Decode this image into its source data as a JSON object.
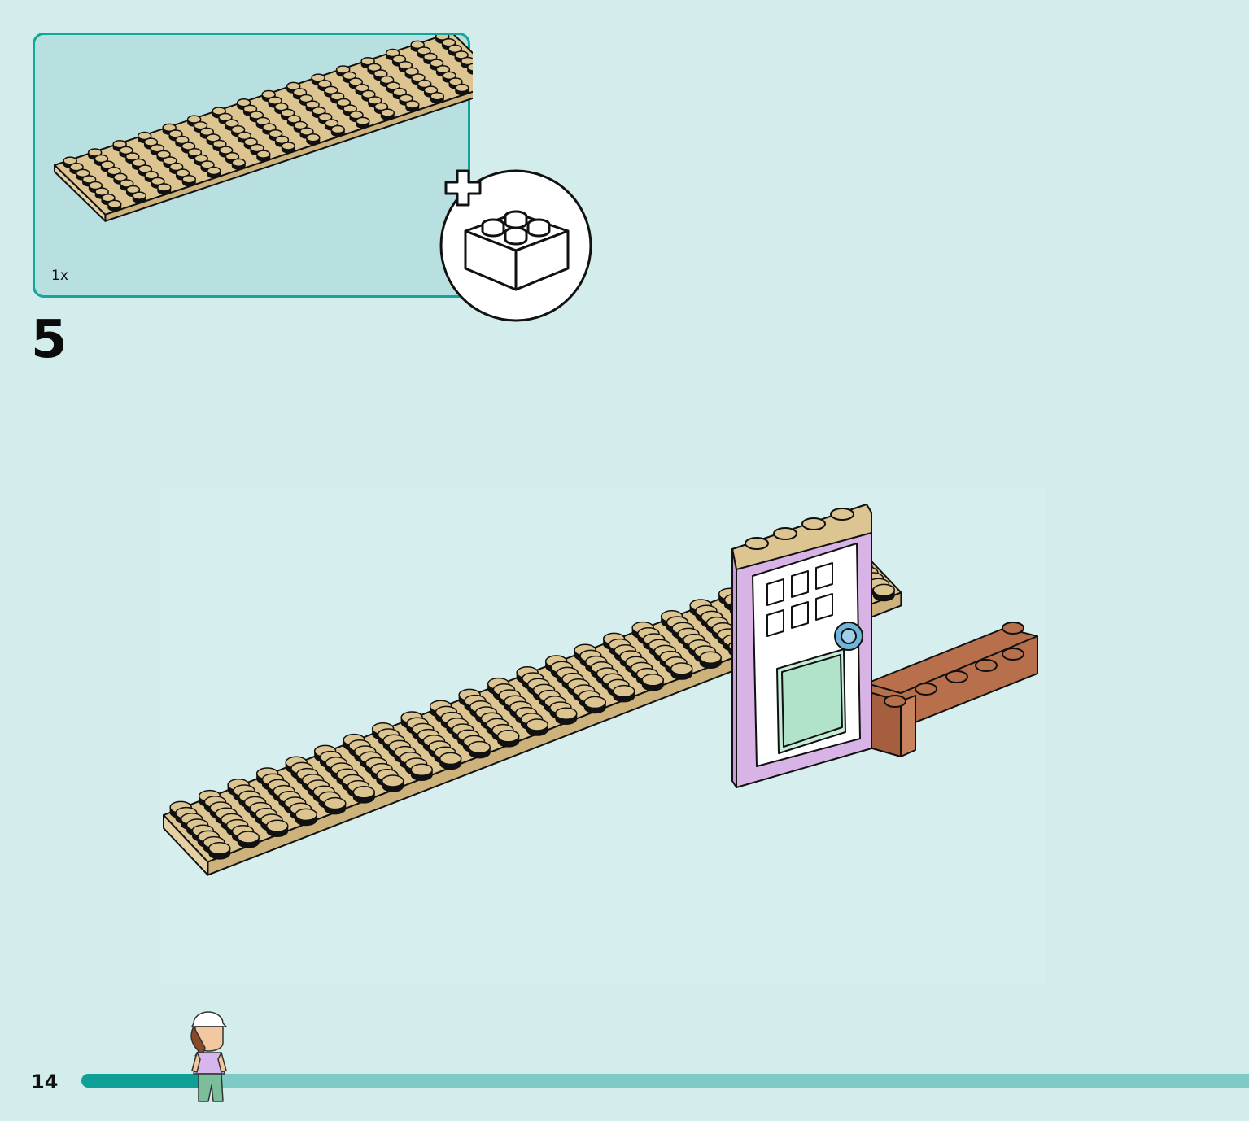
{
  "parts_callout": {
    "quantity": "1x",
    "part": "tan-plate-8x16"
  },
  "add_badge": {
    "icon": "plus-brick-icon"
  },
  "step": {
    "number": "5"
  },
  "footer": {
    "page_number": "14",
    "progress_fraction": 0.11
  },
  "colors": {
    "background": "#d3ecec",
    "callout_fill": "#b9e0e0",
    "callout_border": "#13a59c",
    "tan_plate": "#ddc592",
    "door_frame": "#d8b3e6",
    "brown_brick": "#b86f4c",
    "progress_fill": "#0e9f97",
    "progress_track": "#7ecac5"
  }
}
